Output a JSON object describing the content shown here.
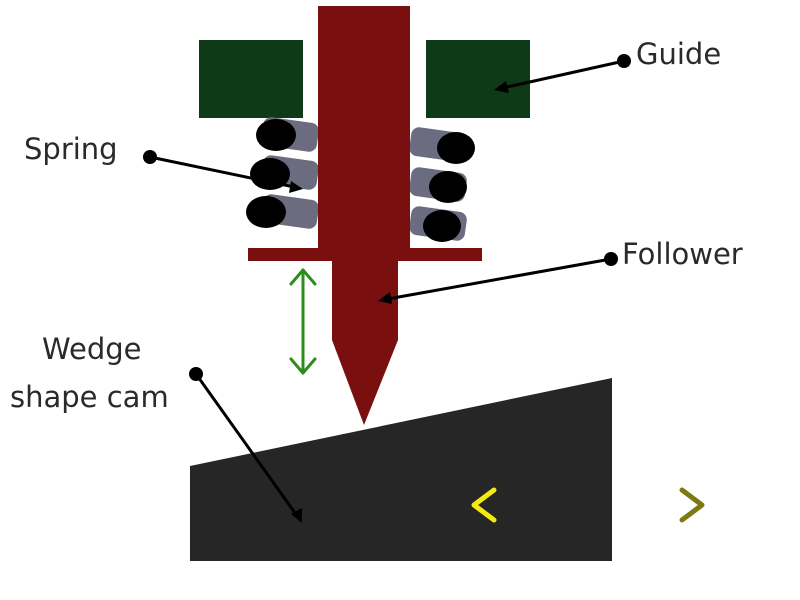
{
  "labels": {
    "guide": "Guide",
    "spring": "Spring",
    "follower": "Follower",
    "wedge_line1": "Wedge",
    "wedge_line2": "shape cam"
  },
  "colors": {
    "guide": "#0e3a18",
    "follower": "#7a0f0f",
    "spring_coil": "#6c6c80",
    "spring_end": "#000000",
    "cam": "#262626",
    "leader": "#000000",
    "follower_motion_arrow": "#2e8b1e",
    "cam_motion_arrow_left": "#f2ea10",
    "cam_motion_arrow_right": "#7d7a12"
  },
  "icons": {
    "follower_motion": "double-vertical-arrow",
    "cam_motion": "double-horizontal-arrow"
  }
}
